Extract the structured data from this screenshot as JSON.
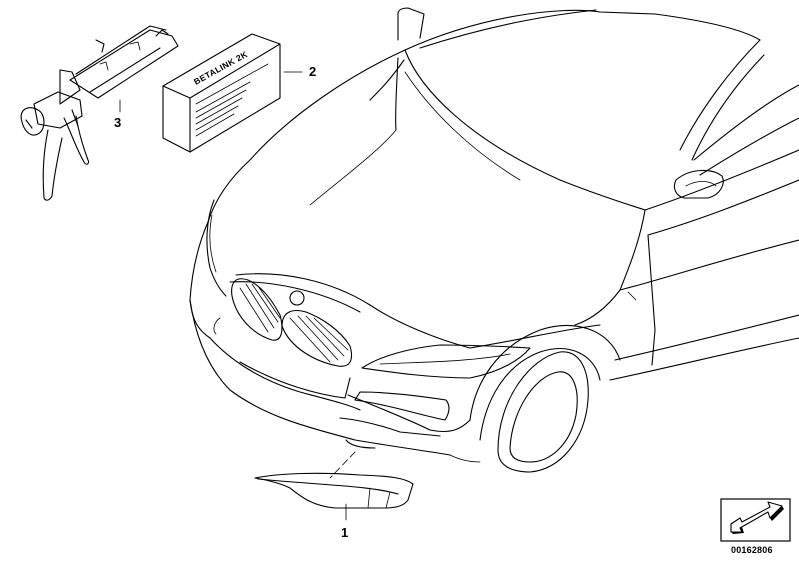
{
  "callouts": {
    "part1": "1",
    "part2": "2",
    "part3": "3"
  },
  "box_label": "BETALINK 2K",
  "document_number": "00162806",
  "icons": {
    "nav": "return-arrow-icon",
    "car": "car-front-icon",
    "gun": "cartridge-gun-icon",
    "box": "adhesive-box-icon",
    "part": "spoiler-flap-icon"
  }
}
